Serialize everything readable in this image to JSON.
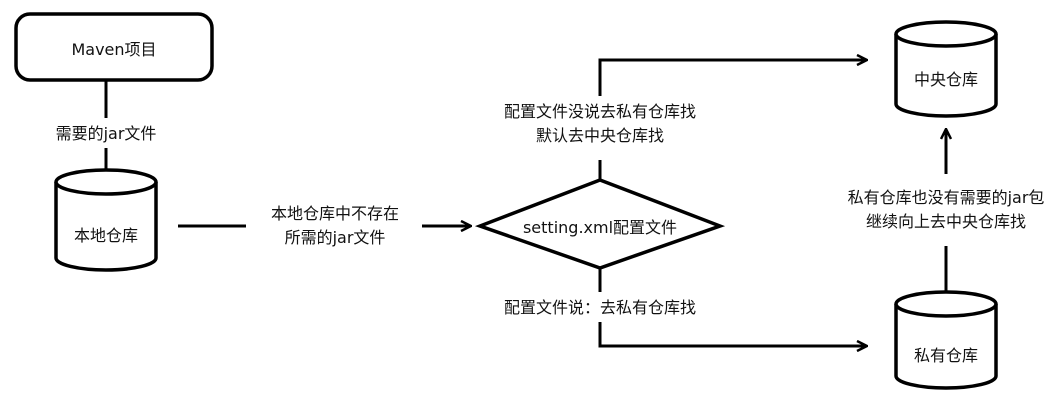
{
  "nodes": {
    "maven_project": "Maven项目",
    "local_repo": "本地仓库",
    "setting_xml": "setting.xml配置文件",
    "central_repo": "中央仓库",
    "private_repo": "私有仓库"
  },
  "edges": {
    "maven_to_local": "需要的jar文件",
    "local_to_setting": [
      "本地仓库中不存在",
      "所需的jar文件"
    ],
    "setting_to_central": [
      "配置文件没说去私有仓库找",
      "默认去中央仓库找"
    ],
    "setting_to_private": "配置文件说：去私有仓库找",
    "private_to_central": [
      "私有仓库也没有需要的jar包",
      "继续向上去中央仓库找"
    ]
  }
}
